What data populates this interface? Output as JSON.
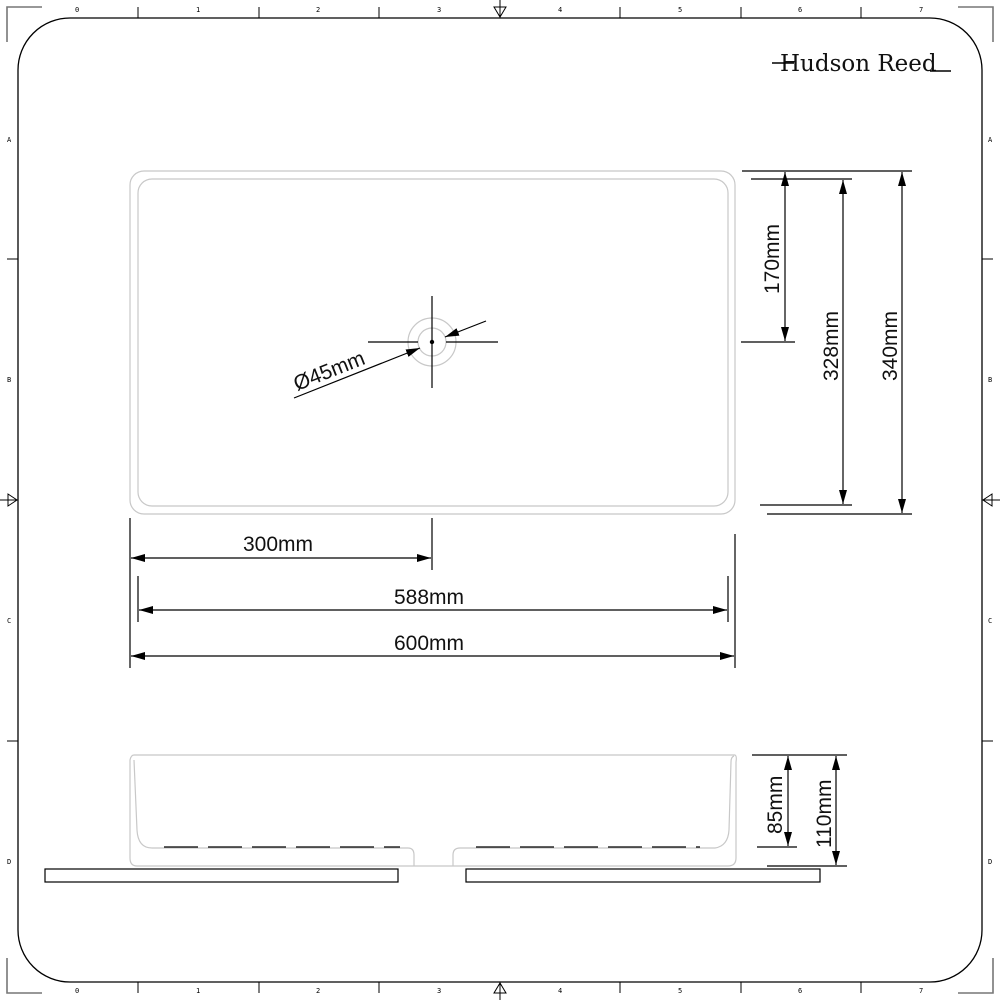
{
  "brand": {
    "name": "Hudson Reed"
  },
  "ruler": {
    "top_columns": [
      "0",
      "1",
      "2",
      "3",
      "4",
      "5",
      "6",
      "7"
    ],
    "bottom_columns": [
      "0",
      "1",
      "2",
      "3",
      "4",
      "5",
      "6",
      "7"
    ],
    "left_rows": [
      "A",
      "B",
      "C",
      "D"
    ],
    "right_rows": [
      "A",
      "B",
      "C",
      "D"
    ]
  },
  "plan_view": {
    "waste_diameter": "Ø45mm",
    "waste_offset_width": "300mm",
    "inner_width": "588mm",
    "outer_width": "600mm",
    "waste_offset_depth": "170mm",
    "inner_depth": "328mm",
    "outer_depth": "340mm"
  },
  "side_view": {
    "inner_height": "85mm",
    "outer_height": "110mm"
  },
  "colors": {
    "basin_outline": "#c8c8c8",
    "dimension_lines": "#000000",
    "frame": "#000000"
  }
}
